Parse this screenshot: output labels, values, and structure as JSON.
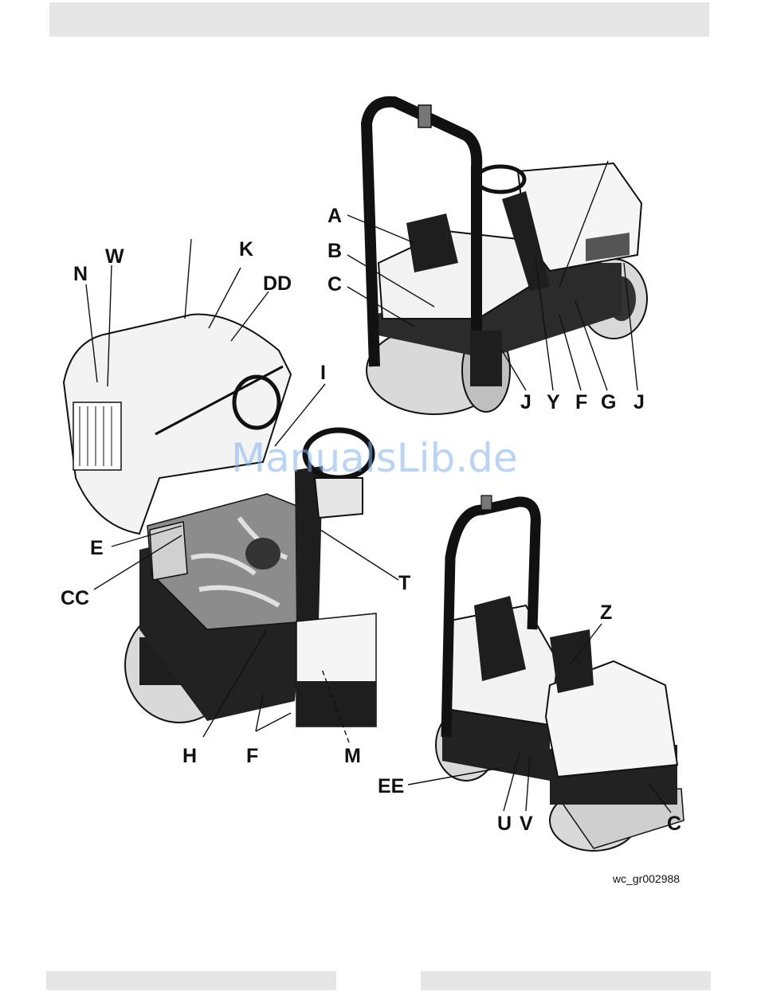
{
  "header": {
    "text": ""
  },
  "footer": {
    "left": "",
    "right": ""
  },
  "figure": {
    "reference_code": "wc_gr002988",
    "watermark": "ManualsLib.de",
    "callouts_top_right": {
      "A": "A",
      "B": "B",
      "C": "C",
      "J1": "J",
      "Y": "Y",
      "F": "F",
      "G": "G",
      "J2": "J"
    },
    "callouts_left": {
      "N": "N",
      "W": "W",
      "K": "K",
      "DD": "DD",
      "I": "I",
      "E": "E",
      "CC": "CC",
      "T": "T",
      "H": "H",
      "F": "F",
      "M": "M"
    },
    "callouts_bottom_right": {
      "Z": "Z",
      "EE": "EE",
      "U": "U",
      "V": "V",
      "C": "C"
    }
  }
}
